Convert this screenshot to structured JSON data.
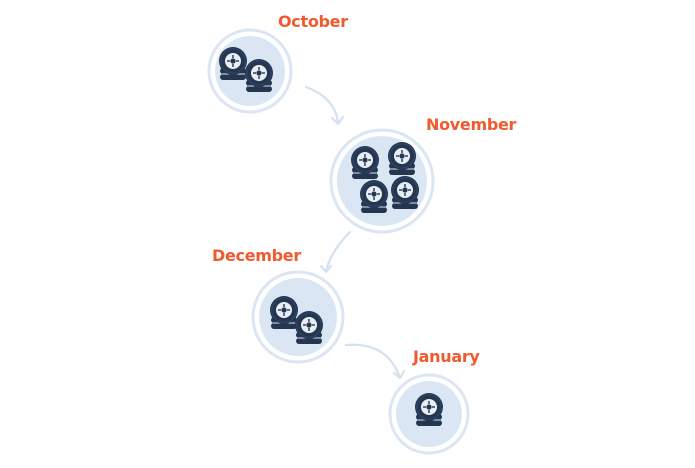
{
  "months": [
    {
      "id": "october",
      "label": "October",
      "tire_count": 2
    },
    {
      "id": "november",
      "label": "November",
      "tire_count": 4
    },
    {
      "id": "december",
      "label": "December",
      "tire_count": 2
    },
    {
      "id": "january",
      "label": "January",
      "tire_count": 1
    }
  ],
  "colors": {
    "label": "#ef5a2e",
    "circle_fill": "#dbe6f4",
    "circle_ring": "#dbe6f4",
    "arrow": "#d3e1f0",
    "tire": "#253650",
    "tire_highlight": "#2f4563",
    "rim": "#e8eef6",
    "rim_detail": "#253650"
  }
}
